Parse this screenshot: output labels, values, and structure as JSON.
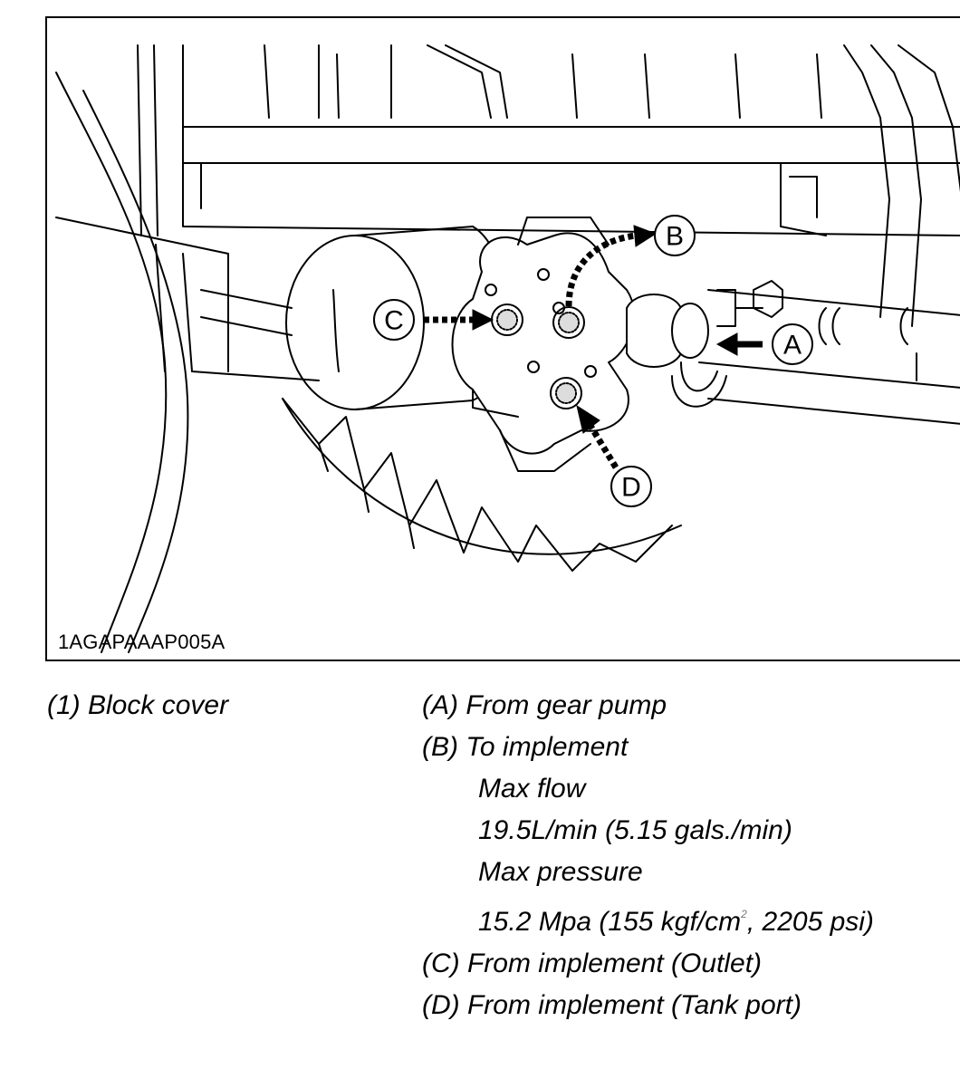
{
  "figure": {
    "code": "1AGAPAAAP005A",
    "callouts": {
      "a": "A",
      "b": "B",
      "c": "C",
      "d": "D"
    }
  },
  "captions": {
    "left": [
      "(1) Block cover"
    ],
    "right": {
      "a": "(A) From gear pump",
      "b": "(B) To implement",
      "max_flow_label": "Max flow",
      "max_flow_value": "19.5L/min (5.15 gals./min)",
      "max_pressure_label": "Max pressure",
      "max_pressure_value_prefix": "15.2 Mpa (155 kgf/cm",
      "max_pressure_sup": "2",
      "max_pressure_value_suffix": ", 2205 psi)",
      "c": "(C) From implement (Outlet)",
      "d": "(D) From implement (Tank port)"
    }
  }
}
